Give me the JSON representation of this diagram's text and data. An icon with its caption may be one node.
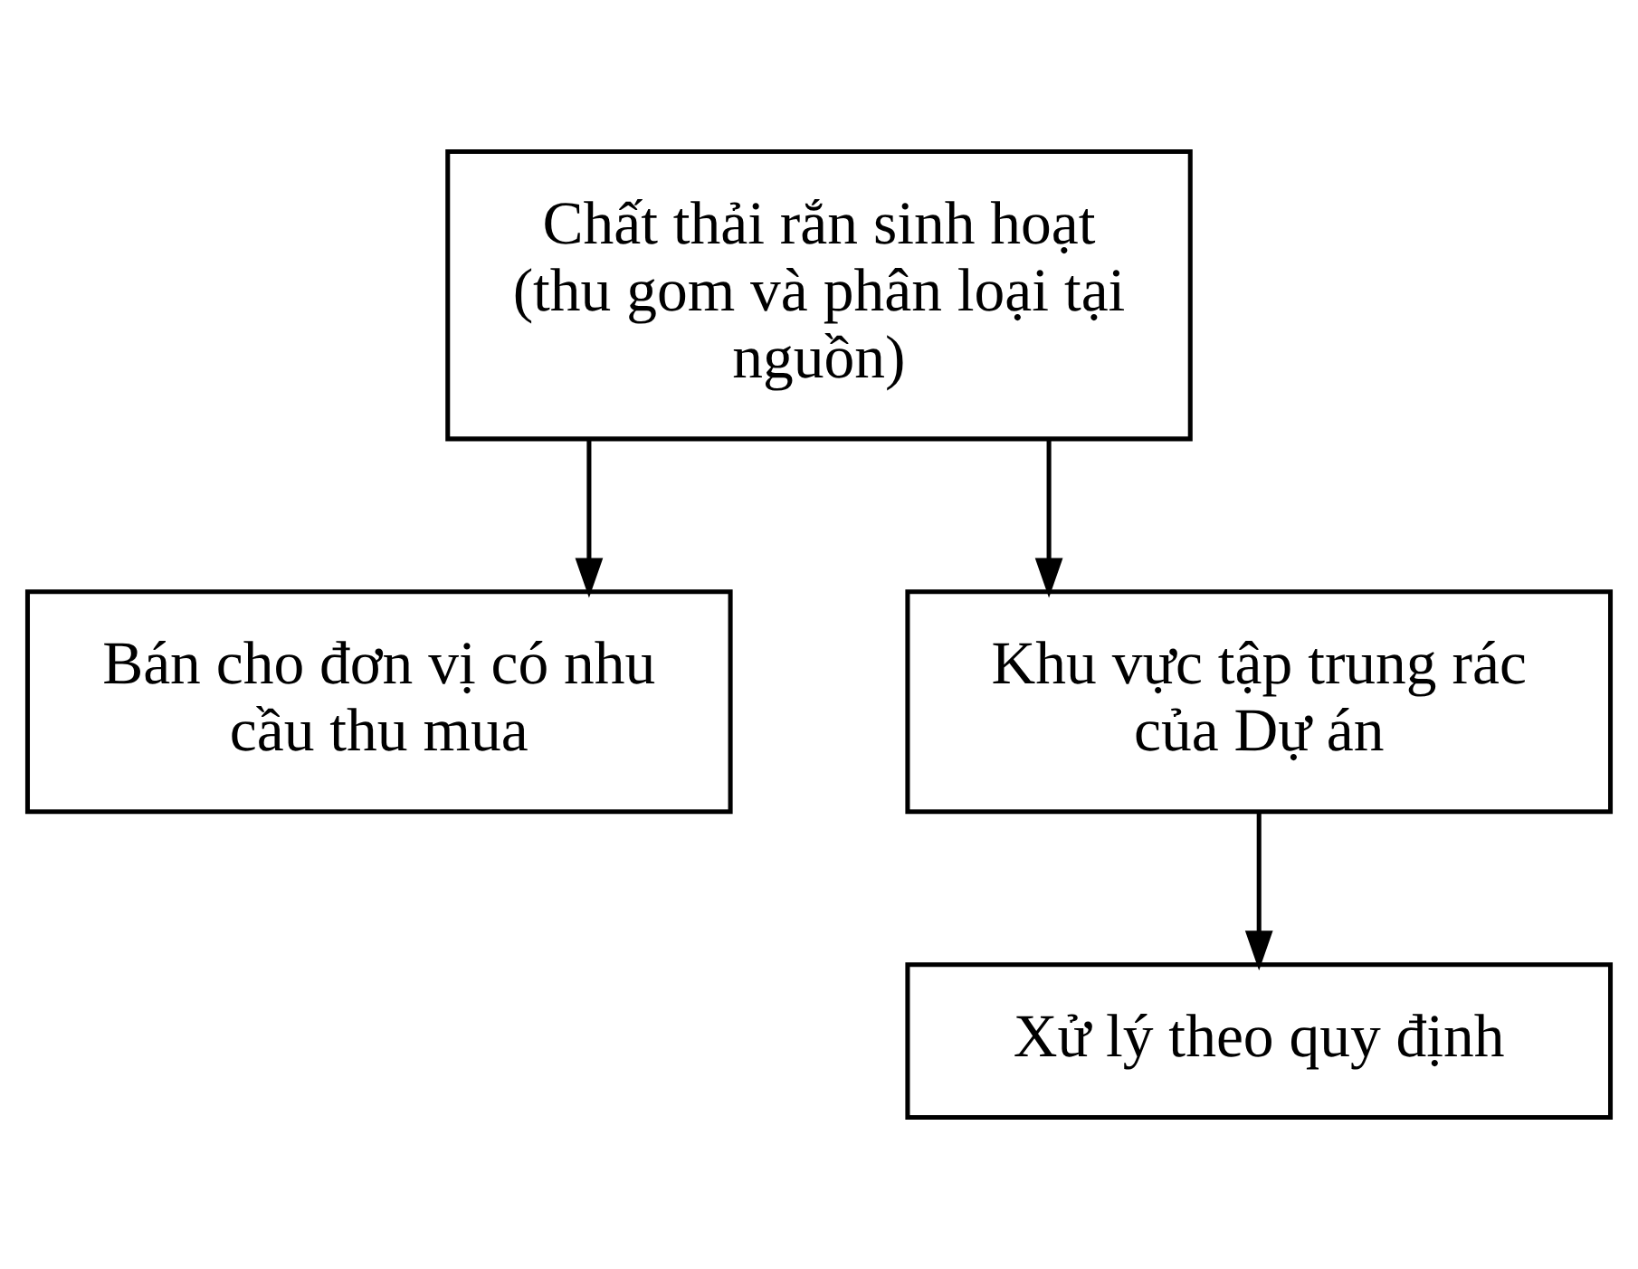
{
  "diagram": {
    "nodes": [
      {
        "text": [
          "Chất thải rắn sinh hoạt (thu gom và phân loại tại nguồn)"
        ]
      },
      {
        "text": [
          "Bán cho đơn vị có nhu cầu thu mua"
        ]
      },
      {
        "text": [
          "Khu vực tập trung rác của Dự án"
        ]
      },
      {
        "text": [
          "Xử lý theo quy định"
        ]
      }
    ],
    "edges": [
      {
        "from": 0,
        "to": 1,
        "arrow": "to"
      },
      {
        "from": 0,
        "to": 2,
        "arrow": "to"
      },
      {
        "from": 2,
        "to": 3,
        "arrow": "to"
      }
    ]
  }
}
